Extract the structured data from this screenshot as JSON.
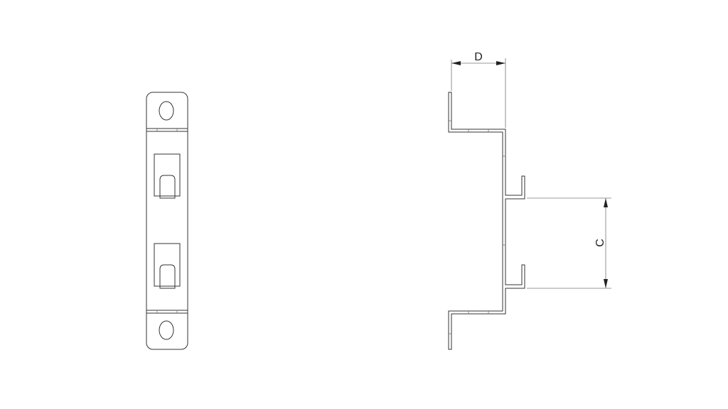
{
  "dimensions": {
    "depth_label": "D",
    "spacing_label": "C"
  },
  "views": [
    "front-view",
    "side-view"
  ]
}
